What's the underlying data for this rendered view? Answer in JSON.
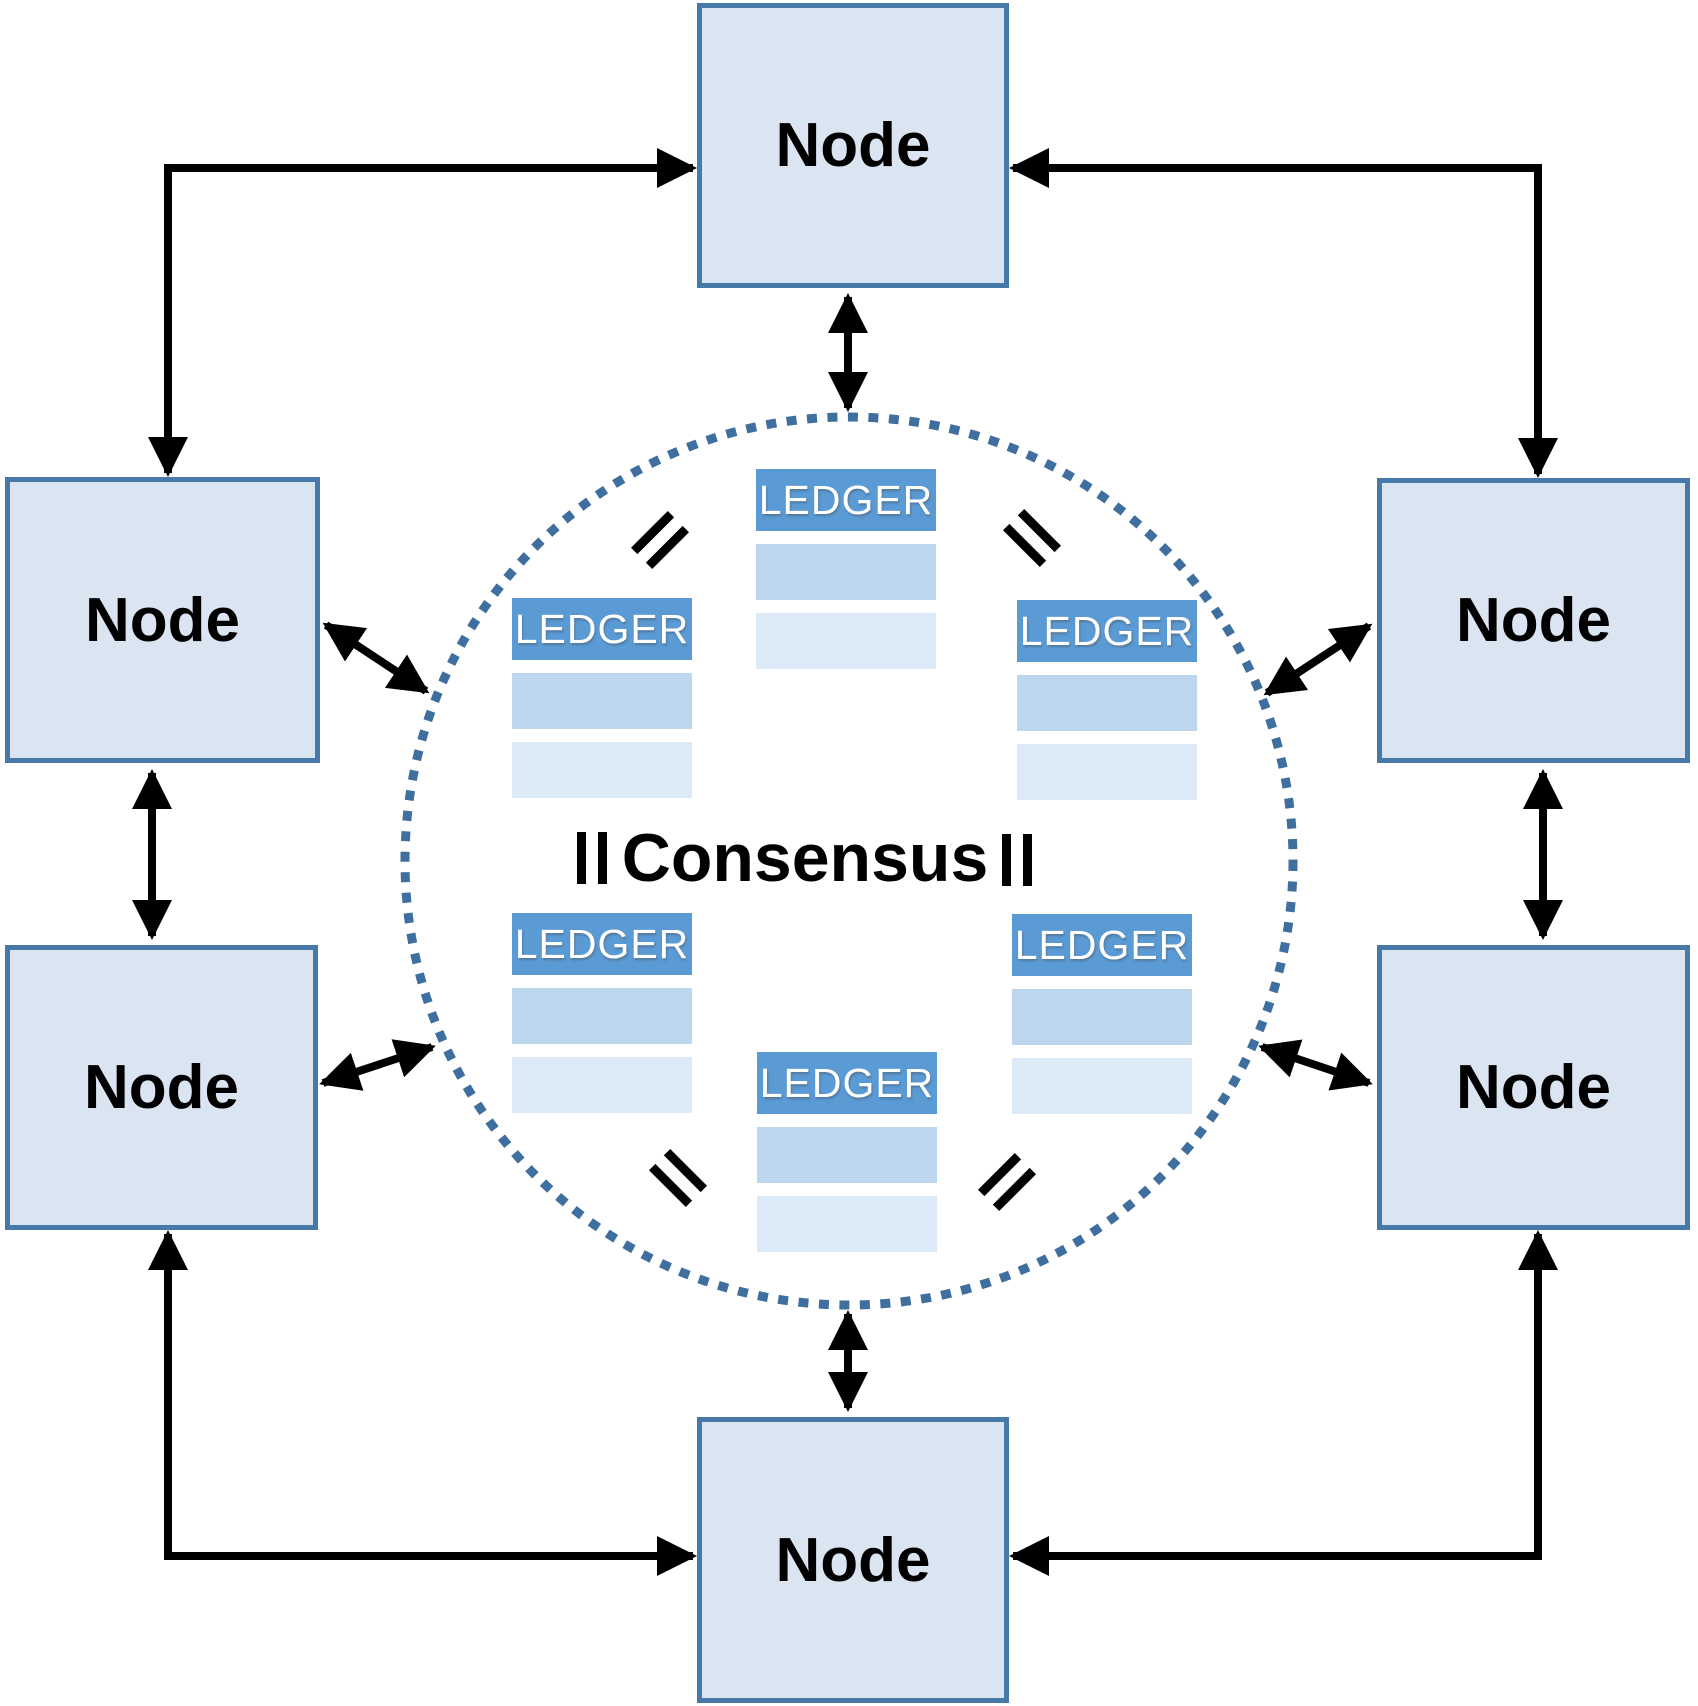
{
  "nodes": [
    {
      "id": "top",
      "label": "Node"
    },
    {
      "id": "upper-left",
      "label": "Node"
    },
    {
      "id": "upper-right",
      "label": "Node"
    },
    {
      "id": "lower-left",
      "label": "Node"
    },
    {
      "id": "lower-right",
      "label": "Node"
    },
    {
      "id": "bottom",
      "label": "Node"
    }
  ],
  "center": {
    "label": "Consensus"
  },
  "ledgers": [
    {
      "id": "top-center",
      "label": "LEDGER",
      "rows": [
        "",
        ""
      ]
    },
    {
      "id": "upper-left",
      "label": "LEDGER",
      "rows": [
        "",
        ""
      ]
    },
    {
      "id": "upper-right",
      "label": "LEDGER",
      "rows": [
        "",
        ""
      ]
    },
    {
      "id": "lower-left",
      "label": "LEDGER",
      "rows": [
        "",
        ""
      ]
    },
    {
      "id": "lower-right",
      "label": "LEDGER",
      "rows": [
        "",
        ""
      ]
    },
    {
      "id": "bottom-center",
      "label": "LEDGER",
      "rows": [
        "",
        ""
      ]
    }
  ],
  "colors": {
    "node_fill": "#dbe5f1",
    "node_border": "#4678a8",
    "ledger_header": "#5b9bd5",
    "ledger_row_1": "#bdd7ee",
    "ledger_row_2": "#dce9f6",
    "circle_dots": "#3f6f9f",
    "arrows": "#000000"
  }
}
